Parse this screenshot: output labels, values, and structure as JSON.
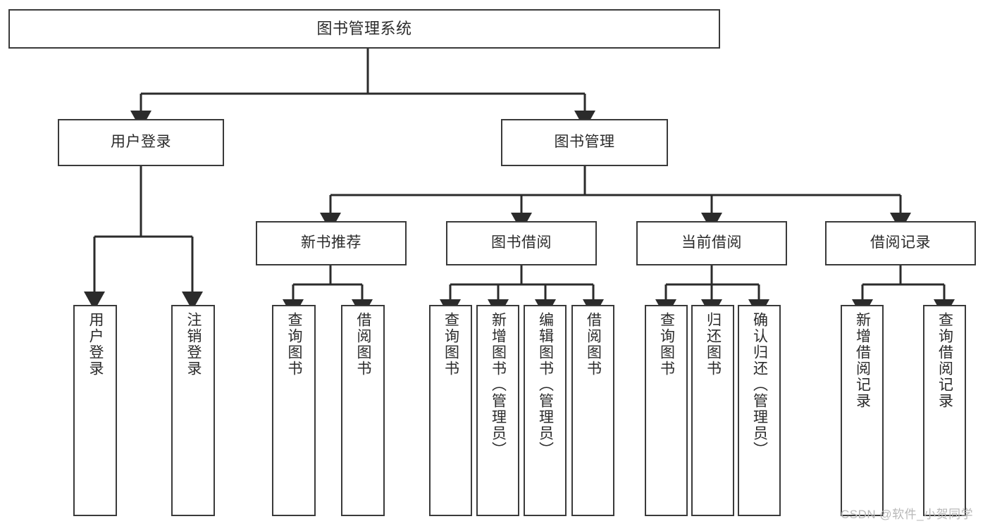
{
  "diagram": {
    "title_text": "图书管理系统",
    "type": "tree-hierarchy-chart",
    "nodes": {
      "root": {
        "label": "图书管理系统"
      },
      "level2": [
        {
          "id": "user-login",
          "label": "用户登录"
        },
        {
          "id": "book-management",
          "label": "图书管理"
        }
      ],
      "level3": [
        {
          "id": "new-book-recommend",
          "label": "新书推荐"
        },
        {
          "id": "book-borrow",
          "label": "图书借阅"
        },
        {
          "id": "current-borrow",
          "label": "当前借阅"
        },
        {
          "id": "borrow-record",
          "label": "借阅记录"
        }
      ],
      "leaves": {
        "user_login": [
          {
            "id": "leaf-user-login",
            "label": "用户登录"
          },
          {
            "id": "leaf-logout-login",
            "label": "注销登录"
          }
        ],
        "new_book_recommend": [
          {
            "id": "leaf-query-book-1",
            "label": "查询图书"
          },
          {
            "id": "leaf-borrow-book-1",
            "label": "借阅图书"
          }
        ],
        "book_borrow": [
          {
            "id": "leaf-query-book-2",
            "label": "查询图书"
          },
          {
            "id": "leaf-add-book",
            "label": "新增图书（管理员）"
          },
          {
            "id": "leaf-edit-book",
            "label": "编辑图书（管理员）"
          },
          {
            "id": "leaf-borrow-book-2",
            "label": "借阅图书"
          }
        ],
        "current_borrow": [
          {
            "id": "leaf-query-book-3",
            "label": "查询图书"
          },
          {
            "id": "leaf-return-book",
            "label": "归还图书"
          },
          {
            "id": "leaf-confirm-return",
            "label": "确认归还（管理员）"
          }
        ],
        "borrow_record": [
          {
            "id": "leaf-add-record",
            "label": "新增借阅记录"
          },
          {
            "id": "leaf-query-record",
            "label": "查询借阅记录"
          }
        ]
      }
    },
    "colors": {
      "box_border": "#3a3a3a",
      "connector": "#2b2b2b",
      "background": "#ffffff",
      "text": "#2b2b2b",
      "watermark": "#b8b8b8"
    }
  },
  "watermark": {
    "text": "CSDN @软件_小贺同学"
  }
}
